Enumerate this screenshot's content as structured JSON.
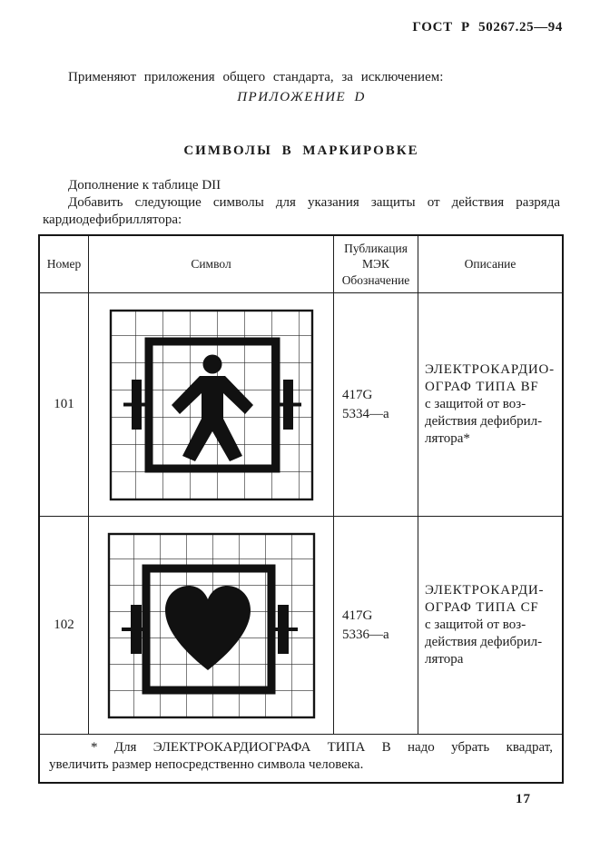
{
  "page": {
    "standard_number": "ГОСТ Р 50267.25—94",
    "page_number": "17",
    "ink_color": "#1b1b1b",
    "background_color": "#ffffff"
  },
  "intro": {
    "paragraph": "Применяют приложения общего стандарта, за исключением:",
    "appendix_title": "ПРИЛОЖЕНИЕ D",
    "section_title": "СИМВОЛЫ В МАРКИРОВКЕ",
    "supplement_note": "Дополнение к таблице DII",
    "add_sentence_line1": "Добавить следующие символы для указания защиты от действия разряда",
    "add_sentence_line2": "кардиодефибриллятора:"
  },
  "table": {
    "headers": {
      "number": "Номер",
      "symbol": "Символ",
      "publication_line1": "Публикация",
      "publication_line2": "МЭК",
      "publication_line3": "Обозначение",
      "description": "Описание"
    },
    "rows": [
      {
        "number": "101",
        "symbol_icon": "body-in-square-with-defibrillator-paddles-icon",
        "publication_line1": "417G",
        "publication_line2": "5334—а",
        "description_lines": [
          "ЭЛЕКТРОКАРДИО-",
          "ОГРАФ ТИПА BF",
          "с защитой от воз-",
          "действия дефибрил-",
          "лятора*"
        ]
      },
      {
        "number": "102",
        "symbol_icon": "heart-in-square-with-defibrillator-paddles-icon",
        "publication_line1": "417G",
        "publication_line2": "5336—а",
        "description_lines": [
          "ЭЛЕКТРОКАРДИ-",
          "ОГРАФ ТИПА CF",
          "с защитой от воз-",
          "действия дефибрил-",
          "лятора"
        ]
      }
    ],
    "footnote_line1": "* Для ЭЛЕКТРОКАРДИОГРАФА ТИПА В надо убрать квадрат,",
    "footnote_line2": "увеличить размер непосредственно символа человека."
  }
}
